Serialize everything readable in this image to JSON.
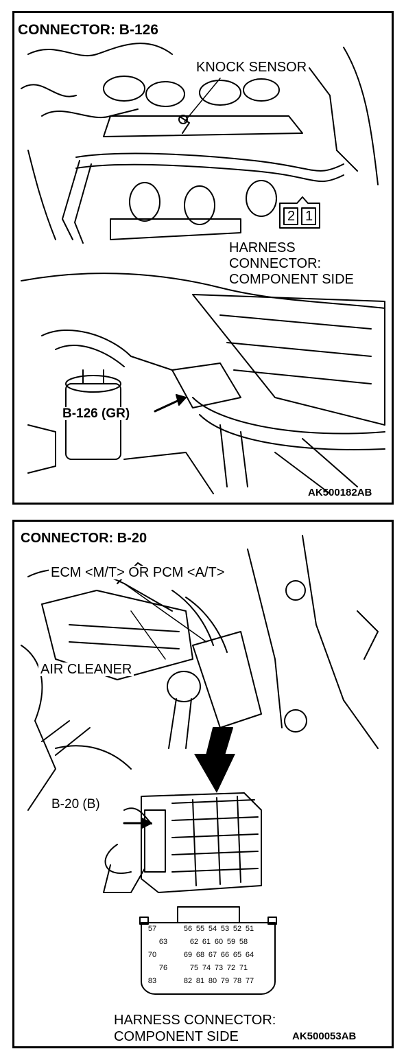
{
  "panel1": {
    "title": "CONNECTOR: B-126",
    "knock_label": "KNOCK SENSOR",
    "harness_line1": "HARNESS",
    "harness_line2": "CONNECTOR:",
    "harness_line3": "COMPONENT SIDE",
    "pin_2": "2",
    "pin_1": "1",
    "connector_label": "B-126 (GR)",
    "code": "AK500182AB"
  },
  "panel2": {
    "title": "CONNECTOR: B-20",
    "ecm_label": "ECM <M/T> OR PCM <A/T>",
    "air_label": "AIR CLEANER",
    "connector_label": "B-20 (B)",
    "harness_line1": "HARNESS CONNECTOR:",
    "harness_line2": "COMPONENT SIDE",
    "code": "AK500053AB",
    "pins": {
      "r1": [
        "57",
        "56",
        "55",
        "54",
        "53",
        "52",
        "51"
      ],
      "r2": [
        "63",
        "62",
        "61",
        "60",
        "59",
        "58"
      ],
      "r3": [
        "70",
        "69",
        "68",
        "67",
        "66",
        "65",
        "64"
      ],
      "r4": [
        "76",
        "75",
        "74",
        "73",
        "72",
        "71"
      ],
      "r5": [
        "83",
        "82",
        "81",
        "80",
        "79",
        "78",
        "77"
      ]
    }
  }
}
